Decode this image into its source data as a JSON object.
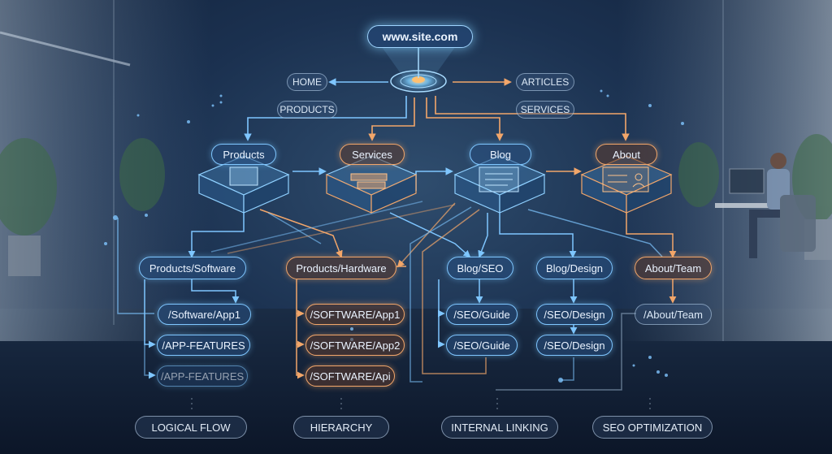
{
  "root": {
    "url": "www.site.com"
  },
  "top_links": {
    "home": "HOME",
    "products": "PRODUCTS",
    "articles": "ARTICLES",
    "services": "SERVICES"
  },
  "sections": {
    "products": "Products",
    "services": "Services",
    "blog": "Blog",
    "about": "About"
  },
  "subpages": {
    "products_software": "Products/Software",
    "products_hardware": "Products/Hardware",
    "blog_seo": "Blog/SEO",
    "blog_design": "Blog/Design",
    "about_team": "About/Team"
  },
  "leaves": {
    "software_app1": "/Software/App1",
    "app_features_1": "/APP-FEATURES",
    "app_features_2": "/APP-FEATURES",
    "hw_app1": "/SOFTWARE/App1",
    "hw_app2": "/SOFTWARE/App2",
    "hw_api": "/SOFTWARE/Api",
    "seo_guide_1": "/SEO/Guide",
    "seo_guide_2": "/SEO/Guide",
    "seo_design_1": "/SEO/Design",
    "seo_design_2": "/SEO/Design",
    "about_team": "/About/Team"
  },
  "legend": {
    "logical_flow": "LOGICAL FLOW",
    "hierarchy": "HIERARCHY",
    "internal_linking": "INTERNAL LINKING",
    "seo_optimization": "SEO OPTIMIZATION"
  },
  "colors": {
    "blue": "#7fc6ff",
    "orange": "#f2a66a"
  }
}
